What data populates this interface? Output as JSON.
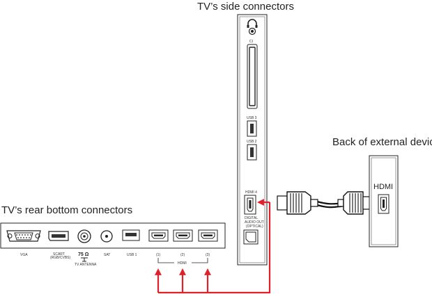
{
  "titles": {
    "side": "TV’s side connectors",
    "rear": "TV’s rear bottom connectors",
    "external": "Back of external device"
  },
  "side_panel": {
    "ci_label": "CI",
    "usb3_label": "USB 3",
    "usb2_label": "USB 2",
    "hdmi4_label": "HDMI 4",
    "digital_audio_label": "DIGITAL",
    "audio_out_label": "AUDIO OUT",
    "optical_label": "(OPTICAL)"
  },
  "rear_panel": {
    "vga_label": "VGA",
    "scart_label": "SCART",
    "scart_sub_label": "(RGB/CVBS)",
    "antenna_ohm_label": "75 Ω",
    "antenna_label": "TV ANTENNA",
    "sat_label": "SAT",
    "usb1_label": "USB 1",
    "hdmi1_label": "(1)",
    "hdmi2_label": "(2)",
    "hdmi3_label": "(3)",
    "hdmi_group_label": "HDMI"
  },
  "external_device": {
    "hdmi_label": "HDMI"
  },
  "colors": {
    "arrow": "#e0202a",
    "line": "#222222",
    "panel_fill": "#ffffff"
  },
  "icons": [
    "headphone-icon",
    "hdmi-port-icon",
    "usb-port-icon",
    "vga-port-icon",
    "scart-port-icon",
    "coax-port-icon",
    "optical-port-icon",
    "hdmi-cable-icon"
  ]
}
